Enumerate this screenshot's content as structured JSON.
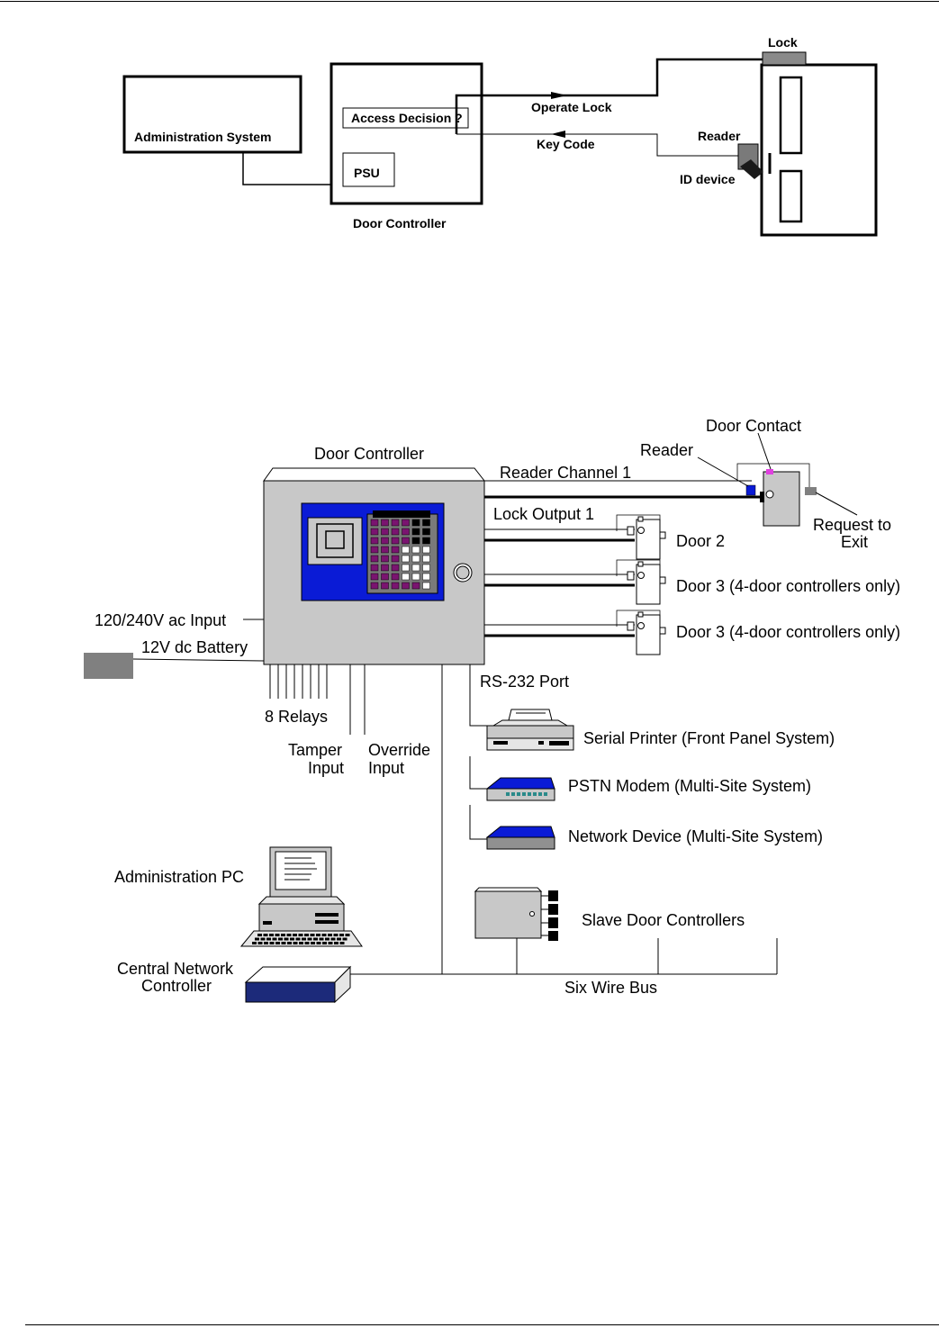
{
  "diagram1": {
    "admin_system": "Administration System",
    "access_decision": "Access Decision ?",
    "psu": "PSU",
    "door_controller": "Door Controller",
    "operate_lock": "Operate Lock",
    "key_code": "Key Code",
    "lock": "Lock",
    "reader": "Reader",
    "id_device": "ID device"
  },
  "diagram2": {
    "door_controller": "Door Controller",
    "reader": "Reader",
    "door_contact": "Door Contact",
    "reader_channel": "Reader Channel 1",
    "lock_output": "Lock Output 1",
    "request_exit_1": "Request to",
    "request_exit_2": "Exit",
    "door2": "Door 2",
    "door3a": "Door 3 (4-door controllers only)",
    "door3b": "Door 3 (4-door controllers only)",
    "ac_input": "120/240V ac Input",
    "battery": "12V dc Battery",
    "relays": "8 Relays",
    "tamper_1": "Tamper",
    "tamper_2": "Input",
    "override_1": "Override",
    "override_2": "Input",
    "rs232": "RS-232 Port",
    "serial_printer": "Serial Printer (Front Panel System)",
    "pstn_modem": "PSTN Modem (Multi-Site System)",
    "network_device": "Network Device (Multi-Site System)",
    "admin_pc": "Administration PC",
    "cnc_1": "Central Network",
    "cnc_2": "Controller",
    "slave_controllers": "Slave Door Controllers",
    "six_wire_bus": "Six Wire Bus"
  },
  "colors": {
    "panel_blue": "#0a1bd6",
    "keypad_purple": "#7a1470",
    "device_gray": "#c8c8c8",
    "battery_gray": "#808080",
    "contact_magenta": "#e040e0",
    "navy": "#1c2a7a"
  }
}
